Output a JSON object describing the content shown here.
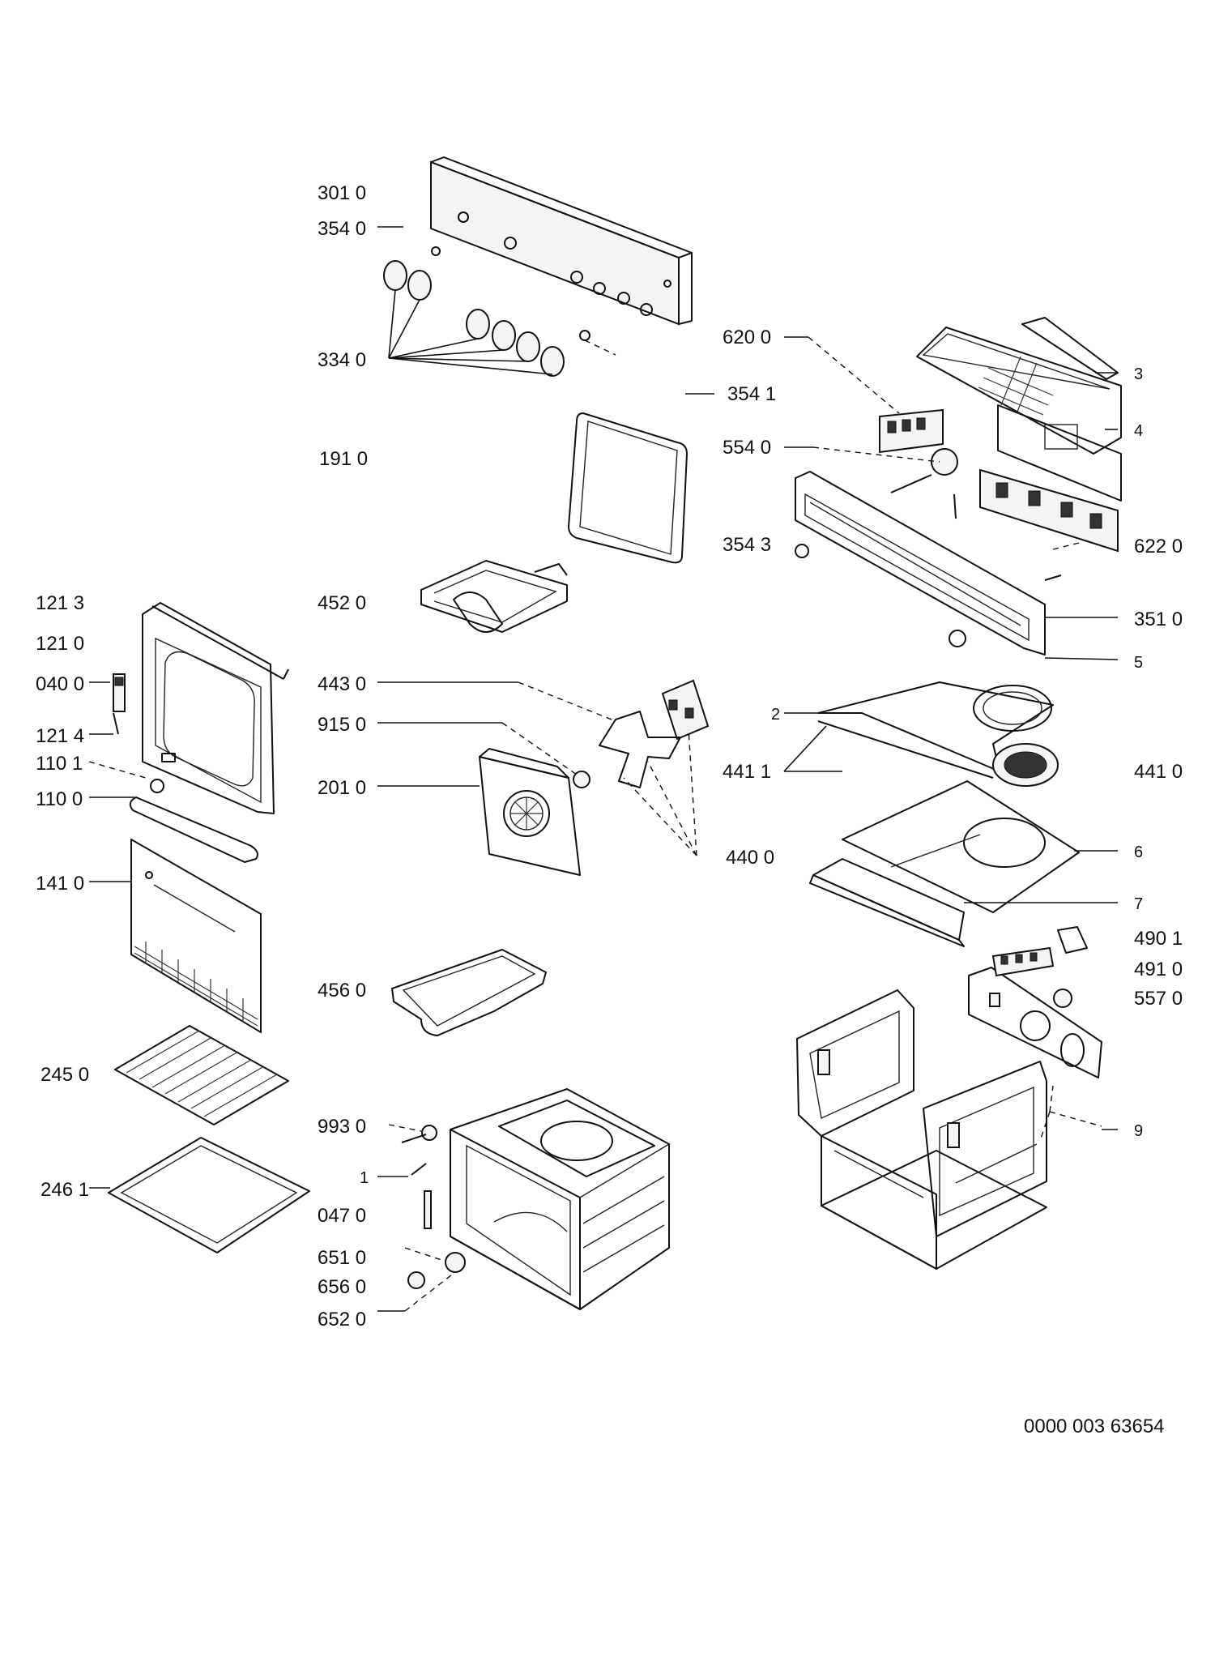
{
  "callouts": [
    {
      "id": "301_0",
      "text": "301 0"
    },
    {
      "id": "354_0",
      "text": "354 0"
    },
    {
      "id": "334_0",
      "text": "334 0"
    },
    {
      "id": "354_1",
      "text": "354 1"
    },
    {
      "id": "191_0",
      "text": "191 0"
    },
    {
      "id": "620_0",
      "text": "620 0"
    },
    {
      "id": "3",
      "text": "3"
    },
    {
      "id": "4",
      "text": "4"
    },
    {
      "id": "554_0",
      "text": "554 0"
    },
    {
      "id": "354_3",
      "text": "354 3"
    },
    {
      "id": "622_0",
      "text": "622 0"
    },
    {
      "id": "351_0",
      "text": "351 0"
    },
    {
      "id": "5",
      "text": "5"
    },
    {
      "id": "121_3",
      "text": "121 3"
    },
    {
      "id": "121_0",
      "text": "121 0"
    },
    {
      "id": "040_0",
      "text": "040 0"
    },
    {
      "id": "121_4",
      "text": "121 4"
    },
    {
      "id": "110_1",
      "text": "110 1"
    },
    {
      "id": "110_0",
      "text": "110 0"
    },
    {
      "id": "452_0",
      "text": "452 0"
    },
    {
      "id": "443_0",
      "text": "443 0"
    },
    {
      "id": "915_0",
      "text": "915 0"
    },
    {
      "id": "201_0",
      "text": "201 0"
    },
    {
      "id": "440_0",
      "text": "440 0"
    },
    {
      "id": "2",
      "text": "2"
    },
    {
      "id": "441_1",
      "text": "441 1"
    },
    {
      "id": "441_0",
      "text": "441 0"
    },
    {
      "id": "6",
      "text": "6"
    },
    {
      "id": "7",
      "text": "7"
    },
    {
      "id": "141_0",
      "text": "141 0"
    },
    {
      "id": "456_0",
      "text": "456 0"
    },
    {
      "id": "490_1",
      "text": "490 1"
    },
    {
      "id": "491_0",
      "text": "491 0"
    },
    {
      "id": "557_0",
      "text": "557 0"
    },
    {
      "id": "245_0",
      "text": "245 0"
    },
    {
      "id": "993_0",
      "text": "993 0"
    },
    {
      "id": "1",
      "text": "1"
    },
    {
      "id": "9",
      "text": "9"
    },
    {
      "id": "246_1",
      "text": "246 1"
    },
    {
      "id": "047_0",
      "text": "047 0"
    },
    {
      "id": "651_0",
      "text": "651 0"
    },
    {
      "id": "656_0",
      "text": "656 0"
    },
    {
      "id": "652_0",
      "text": "652 0"
    }
  ],
  "reference_number": "0000 003 63654"
}
